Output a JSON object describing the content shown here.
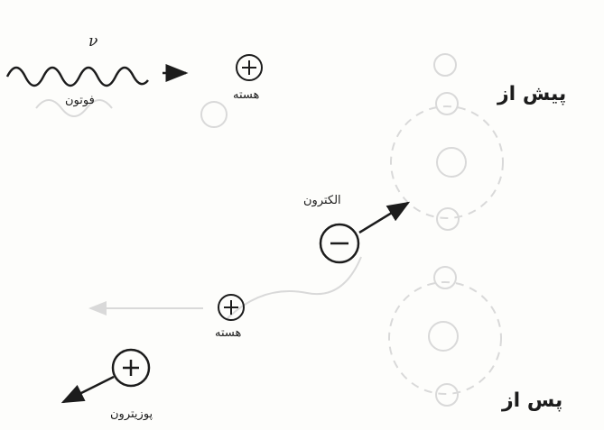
{
  "labels": {
    "before": "پیش از",
    "after": "پس از",
    "photon": "فوتون",
    "photon_symbol": "ν",
    "nucleus_before": "هسته",
    "electron": "الکترون",
    "nucleus_after": "هسته",
    "positron": "پوزیترون"
  },
  "colors": {
    "ink": "#1c1c1c",
    "faint": "#d9d9d9",
    "background": "#fdfdfb"
  }
}
